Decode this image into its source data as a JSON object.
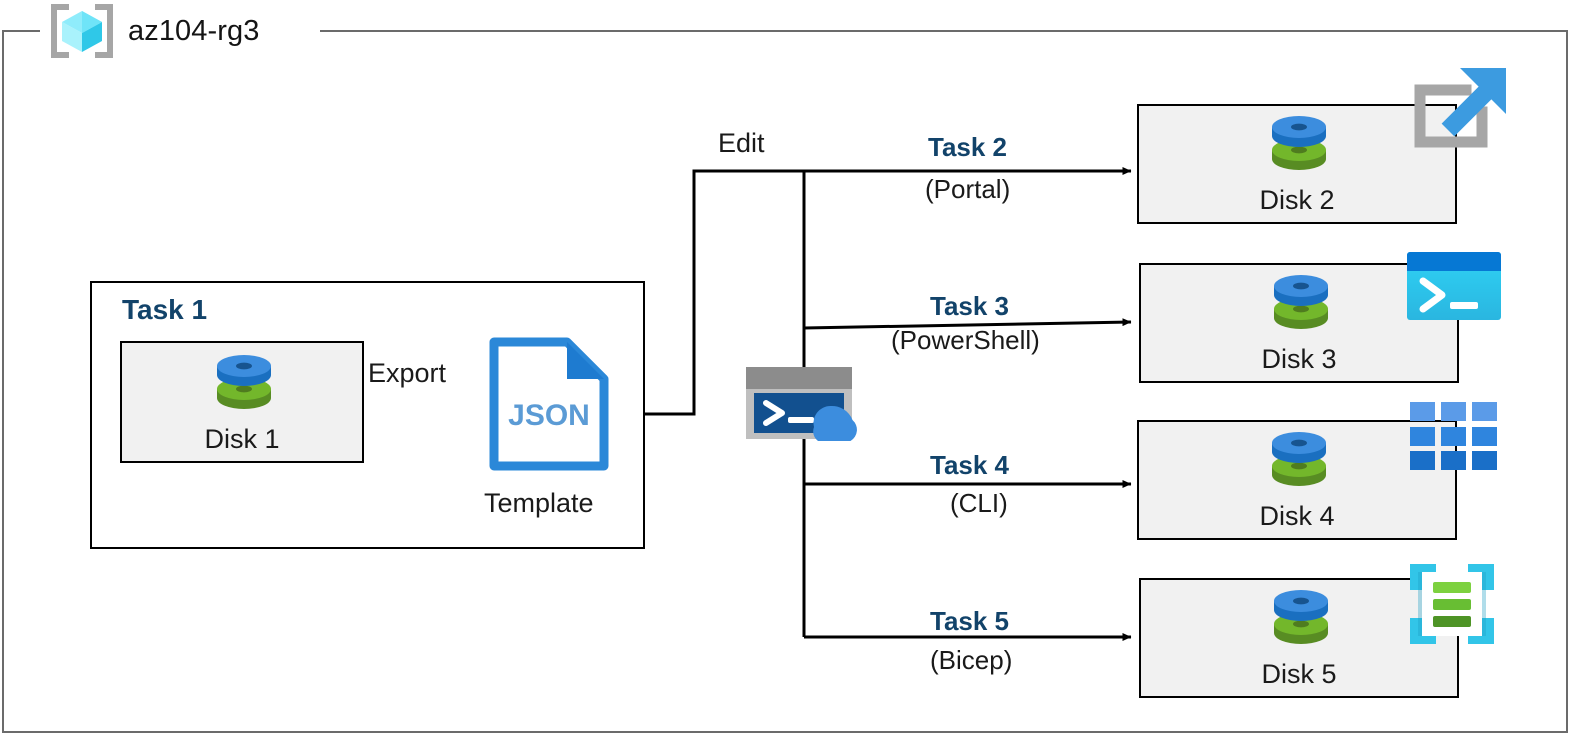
{
  "resource_group": {
    "name": "az104-rg3",
    "icon": "azure-resource-group-icon"
  },
  "task1": {
    "label": "Task 1",
    "disk": {
      "label": "Disk 1",
      "icon": "managed-disk-icon"
    },
    "export_label": "Export",
    "template": {
      "file_type": "JSON",
      "caption": "Template",
      "icon": "json-file-icon"
    }
  },
  "edit": {
    "label": "Edit",
    "cloud_shell_icon": "cloud-shell-icon"
  },
  "branches": [
    {
      "task": "Task 2",
      "tool": "(Portal)",
      "disk": "Disk 2",
      "tool_icon": "azure-portal-icon"
    },
    {
      "task": "Task 3",
      "tool": "(PowerShell)",
      "disk": "Disk 3",
      "tool_icon": "powershell-icon"
    },
    {
      "task": "Task 4",
      "tool": "(CLI)",
      "disk": "Disk 4",
      "tool_icon": "azure-cli-icon"
    },
    {
      "task": "Task 5",
      "tool": "(Bicep)",
      "disk": "Disk 5",
      "tool_icon": "bicep-icon"
    }
  ],
  "colors": {
    "task_label_blue": "#12436A",
    "disk_top_blue": "#3C8DDE",
    "disk_bottom_green": "#72B338",
    "json_blue": "#2B88D8",
    "json_text_blue": "#5B9BD5",
    "powershell_cyan": "#2BC8F0",
    "powershell_titlebar": "#0678D4",
    "cli_blue": "#1E86E0",
    "bicep_cyan": "#32C5E8",
    "bicep_green": "#6FBF35",
    "portal_arrow_blue": "#3C9BE0",
    "portal_frame_gray": "#A6A6A6",
    "cloudshell_terminal": "#12508F",
    "cloudshell_cloud": "#3C8DDE",
    "rg_icon_cyan": "#4FE3F5",
    "box_fill": "#F1F1F1",
    "box_stroke": "#000000",
    "outer_stroke": "#6B6B6B"
  }
}
